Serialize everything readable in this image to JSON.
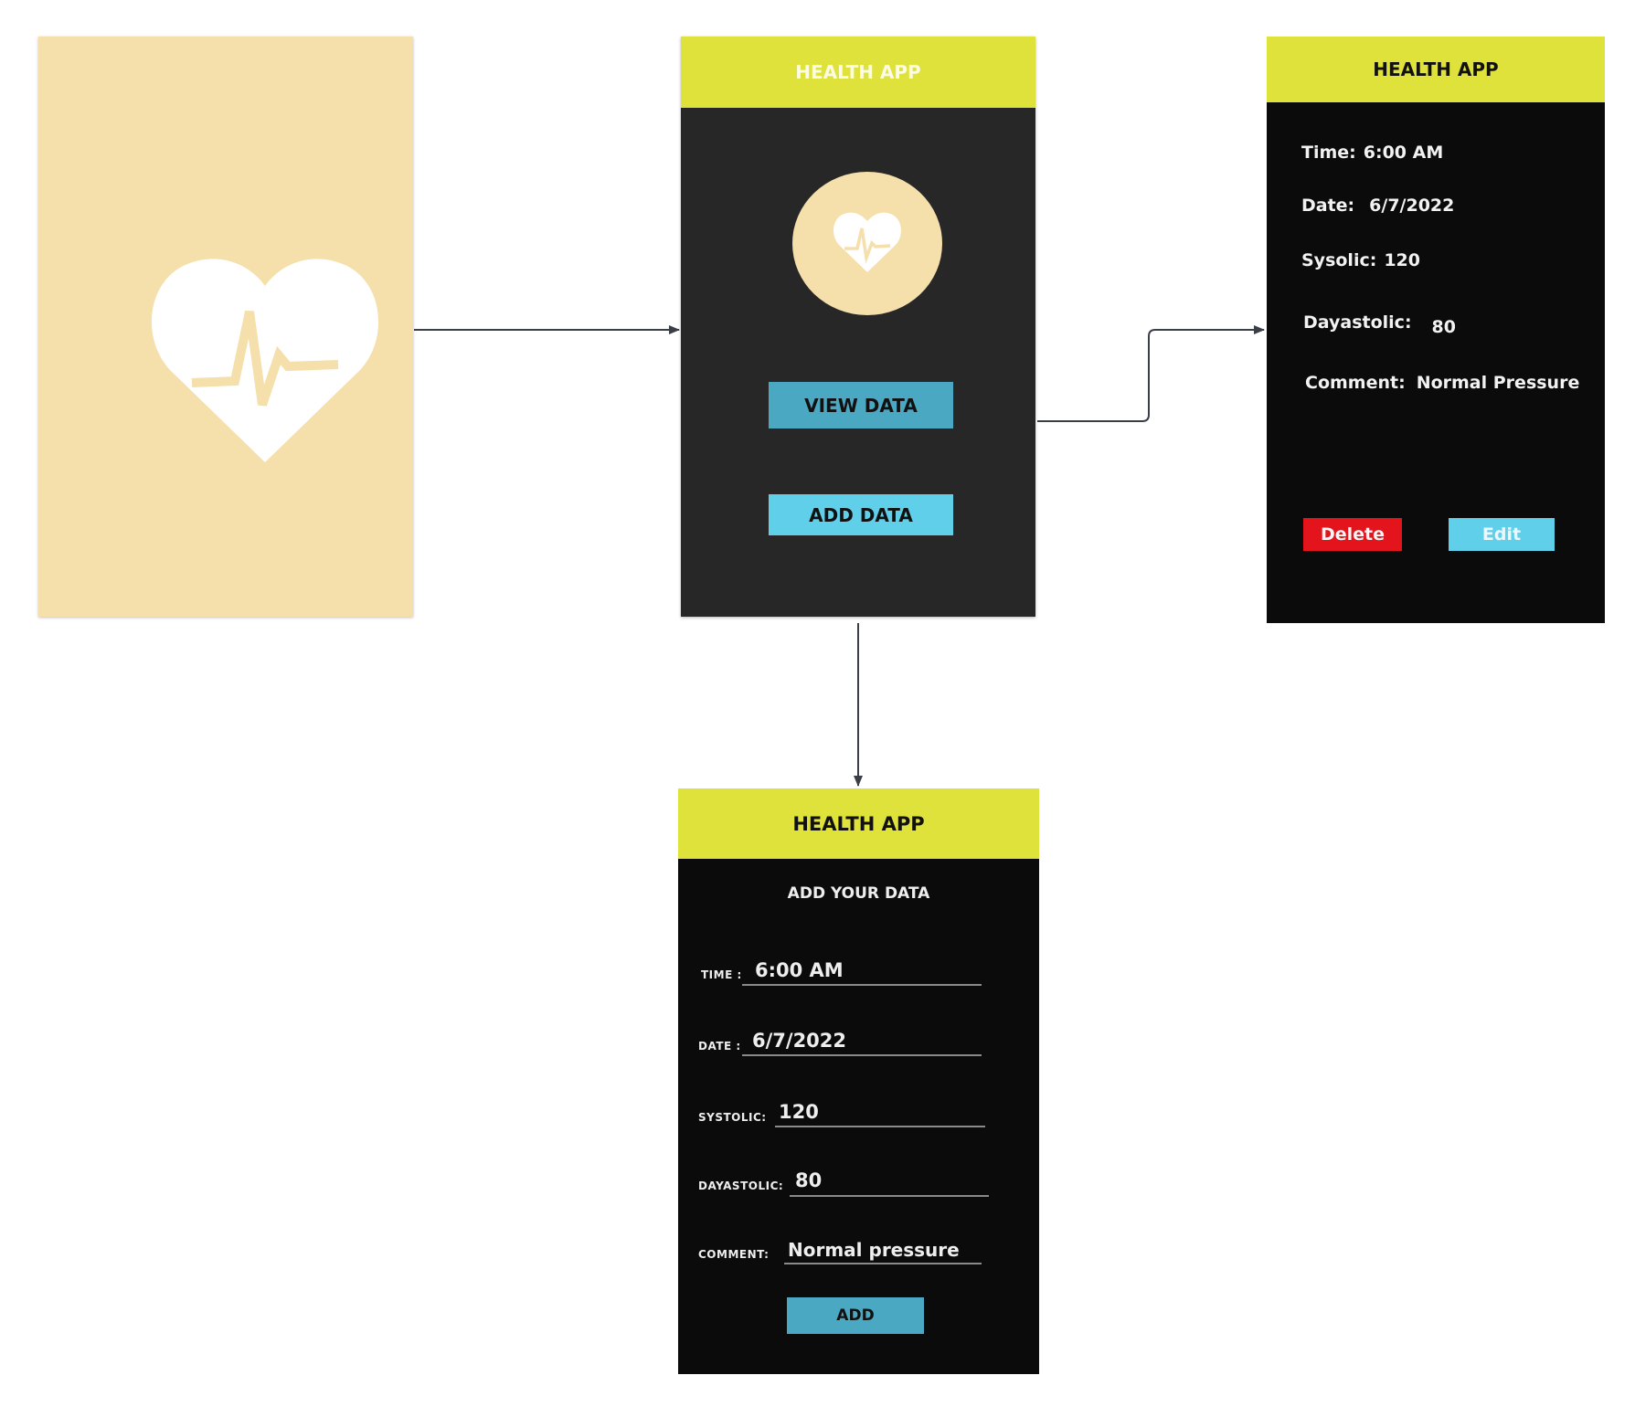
{
  "colors": {
    "header_yellow": "#dfe23a",
    "splash_beige": "#f5dfab",
    "home_bg": "#272727",
    "screen_bg": "#0b0b0b",
    "button_teal": "#4ba8c3",
    "button_cyan": "#60d0ea",
    "delete_red": "#e3141b"
  },
  "splash": {
    "icon": "heart-pulse-icon"
  },
  "home": {
    "header": "HEALTH APP",
    "icon": "heart-pulse-icon",
    "view_button": "VIEW DATA",
    "add_button": "ADD DATA"
  },
  "detail": {
    "header": "HEALTH APP",
    "fields": [
      {
        "label": "Time:",
        "value": "6:00 AM"
      },
      {
        "label": "Date:",
        "value": "6/7/2022"
      },
      {
        "label": "Sysolic:",
        "value": "120"
      },
      {
        "label": "Dayastolic:",
        "value": "80"
      },
      {
        "label": "Comment:",
        "value": "Normal Pressure"
      }
    ],
    "delete_button": "Delete",
    "edit_button": "Edit"
  },
  "form": {
    "header": "HEALTH APP",
    "subtitle": "ADD YOUR DATA",
    "fields": [
      {
        "label": "TIME :",
        "value": "6:00 AM"
      },
      {
        "label": "DATE :",
        "value": "6/7/2022"
      },
      {
        "label": "SYSTOLIC:",
        "value": "120"
      },
      {
        "label": "DAYASTOLIC:",
        "value": "80"
      },
      {
        "label": "COMMENT:",
        "value": "Normal pressure"
      }
    ],
    "add_button": "ADD"
  }
}
